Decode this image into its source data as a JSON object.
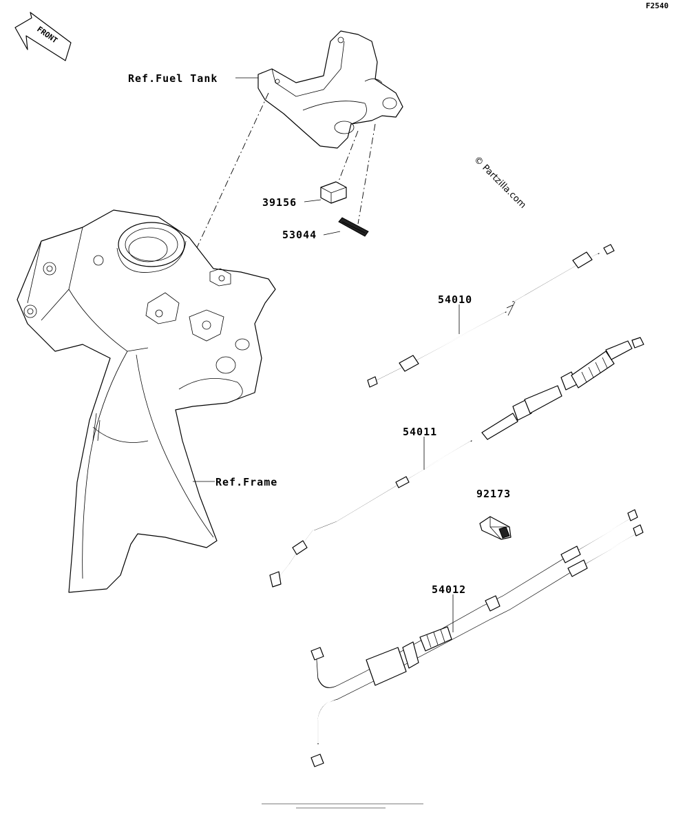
{
  "figure_code": "F2540",
  "front_arrow_label": "FRONT",
  "watermark": "© Partzilla.com",
  "callouts": {
    "fuel_tank": "Ref.Fuel Tank",
    "frame": "Ref.Frame",
    "p39156": "39156",
    "p53044": "53044",
    "p54010": "54010",
    "p54011": "54011",
    "p92173": "92173",
    "p54012": "54012"
  }
}
